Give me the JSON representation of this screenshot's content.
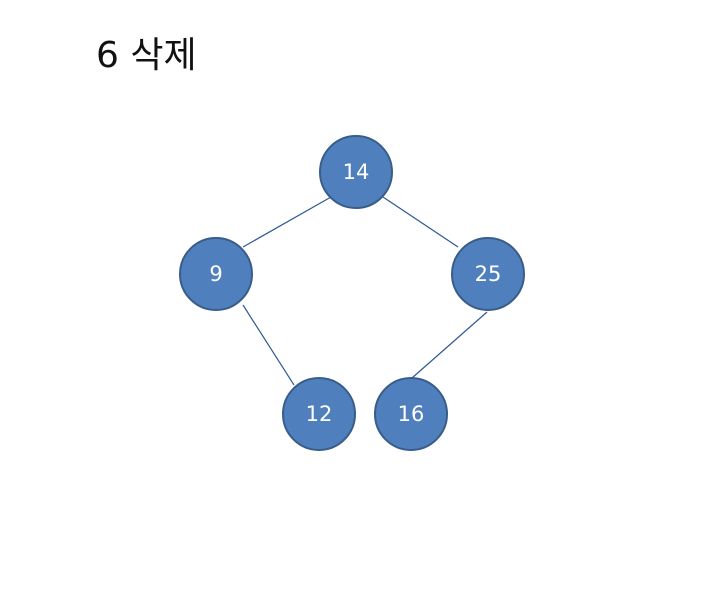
{
  "title": "6 삭제",
  "colors": {
    "node_fill": "#4f80bd",
    "node_stroke": "#385d8a",
    "edge": "#2e5a92",
    "label": "#ffffff"
  },
  "tree": {
    "nodes": [
      {
        "id": "n14",
        "label": "14"
      },
      {
        "id": "n9",
        "label": "9"
      },
      {
        "id": "n25",
        "label": "25"
      },
      {
        "id": "n12",
        "label": "12"
      },
      {
        "id": "n16",
        "label": "16"
      }
    ],
    "edges": [
      {
        "from": "n14",
        "to": "n9"
      },
      {
        "from": "n14",
        "to": "n25"
      },
      {
        "from": "n9",
        "to": "n12"
      },
      {
        "from": "n25",
        "to": "n16"
      }
    ]
  }
}
